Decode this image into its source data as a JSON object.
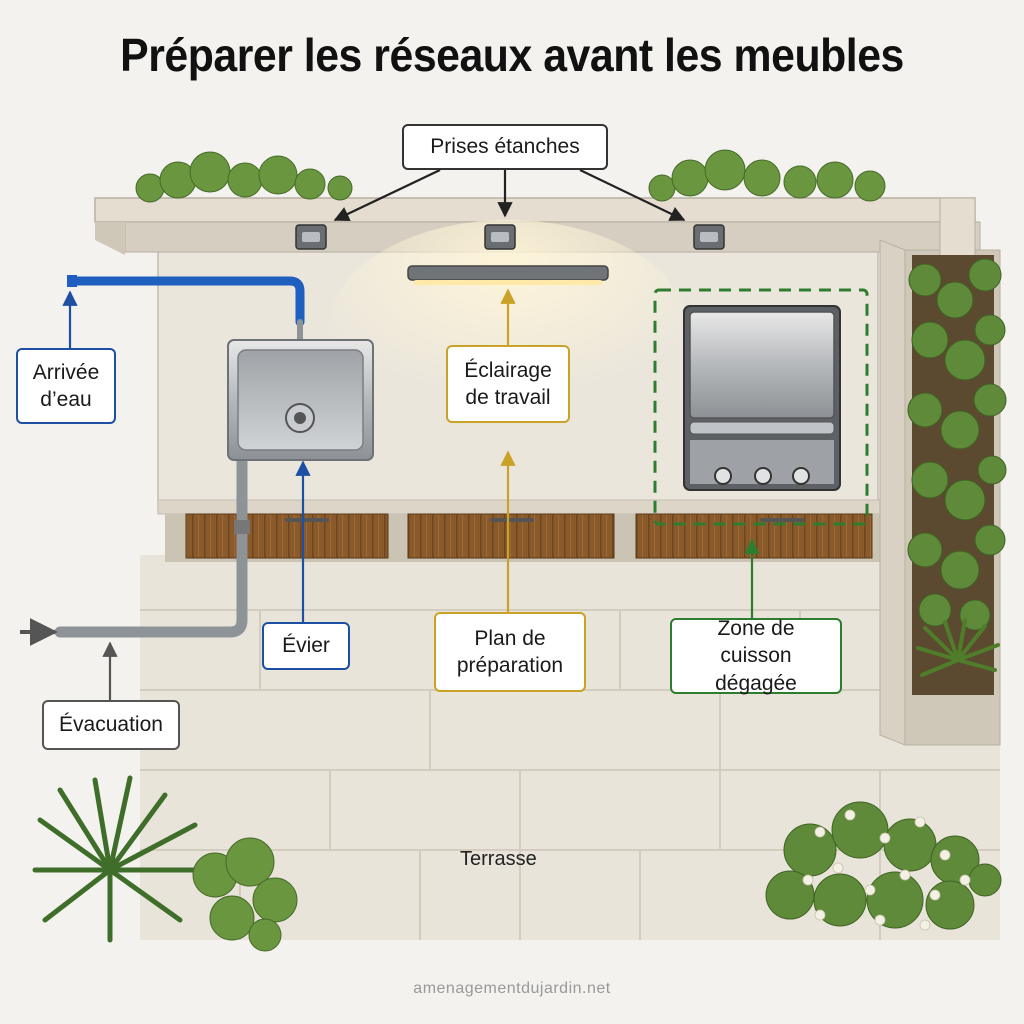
{
  "title": "Préparer les réseaux avant les meubles",
  "labels": {
    "sockets": "Prises étanches",
    "water_inlet": "Arrivée d’eau",
    "lighting": "Éclairage de travail",
    "sink": "Évier",
    "prep": "Plan de préparation",
    "cooking": "Zone de cuisson dégagée",
    "drain": "Évacuation",
    "terrace": "Terrasse"
  },
  "footer": "amenagementdujardin.net",
  "colors": {
    "water": "#1f5fbf",
    "drain": "#8a8a8a",
    "lighting": "#c9a227",
    "cooking": "#2e7d2e",
    "wall": "#ddd6c8",
    "counter": "#ebe6dc",
    "wood": "#8b5a2b"
  },
  "icons": [
    "socket-icon",
    "light-bar-icon",
    "sink-icon",
    "grill-icon",
    "plant-icon",
    "flower-icon"
  ]
}
